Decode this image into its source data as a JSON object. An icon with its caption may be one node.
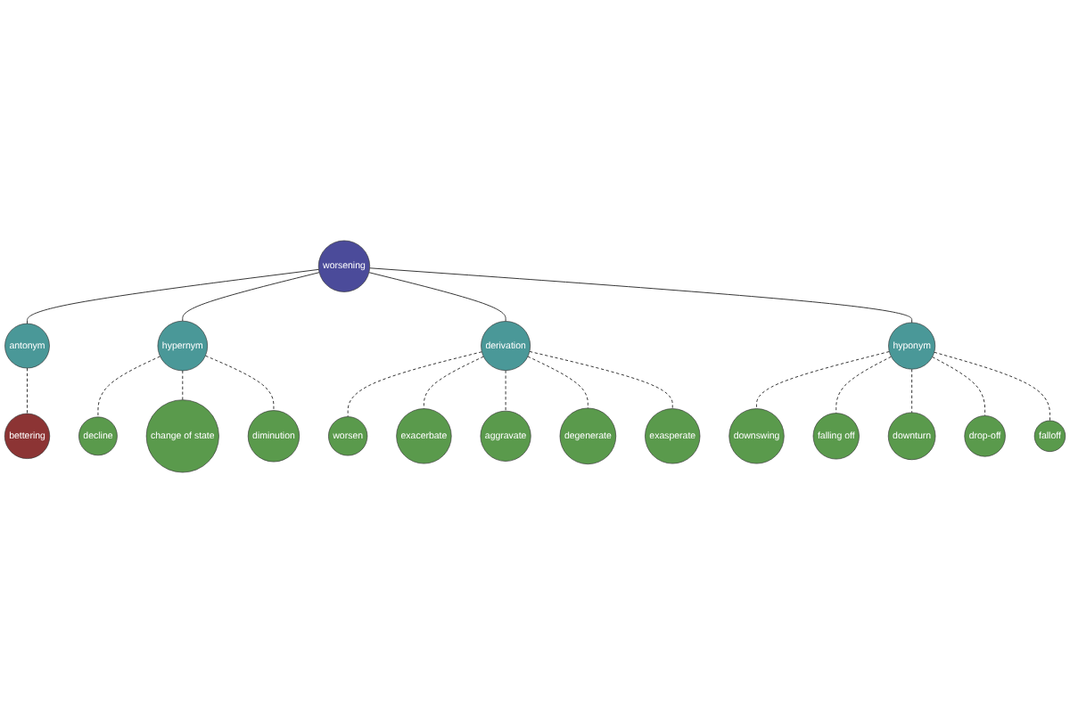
{
  "diagram": {
    "nodes": [
      {
        "text": [
          "worsening"
        ]
      },
      {
        "text": [
          "antonym"
        ]
      },
      {
        "text": [
          "bettering"
        ]
      },
      {
        "text": [
          "hypernym"
        ]
      },
      {
        "text": [
          "decline"
        ]
      },
      {
        "text": [
          "change of state"
        ]
      },
      {
        "text": [
          "diminution"
        ]
      },
      {
        "text": [
          "derivation"
        ]
      },
      {
        "text": [
          "worsen"
        ]
      },
      {
        "text": [
          "exacerbate"
        ]
      },
      {
        "text": [
          "aggravate"
        ]
      },
      {
        "text": [
          "degenerate"
        ]
      },
      {
        "text": [
          "exasperate"
        ]
      },
      {
        "text": [
          "hyponym"
        ]
      },
      {
        "text": [
          "downswing"
        ]
      },
      {
        "text": [
          "falling off"
        ]
      },
      {
        "text": [
          "downturn"
        ]
      },
      {
        "text": [
          "drop-off"
        ]
      },
      {
        "text": [
          "falloff"
        ]
      }
    ],
    "edges": [
      {
        "from": 0,
        "to": 1,
        "arrow": "none"
      },
      {
        "from": 1,
        "to": 2,
        "arrow": "none",
        "style": "dashed"
      },
      {
        "from": 0,
        "to": 3,
        "arrow": "none"
      },
      {
        "from": 3,
        "to": 4,
        "arrow": "none",
        "style": "dashed"
      },
      {
        "from": 3,
        "to": 5,
        "arrow": "none",
        "style": "dashed"
      },
      {
        "from": 3,
        "to": 6,
        "arrow": "none",
        "style": "dashed"
      },
      {
        "from": 0,
        "to": 7,
        "arrow": "none"
      },
      {
        "from": 7,
        "to": 8,
        "arrow": "none",
        "style": "dashed"
      },
      {
        "from": 7,
        "to": 9,
        "arrow": "none",
        "style": "dashed"
      },
      {
        "from": 7,
        "to": 10,
        "arrow": "none",
        "style": "dashed"
      },
      {
        "from": 7,
        "to": 11,
        "arrow": "none",
        "style": "dashed"
      },
      {
        "from": 7,
        "to": 12,
        "arrow": "none",
        "style": "dashed"
      },
      {
        "from": 0,
        "to": 13,
        "arrow": "none"
      },
      {
        "from": 13,
        "to": 14,
        "arrow": "none",
        "style": "dashed"
      },
      {
        "from": 13,
        "to": 15,
        "arrow": "none",
        "style": "dashed"
      },
      {
        "from": 13,
        "to": 16,
        "arrow": "none",
        "style": "dashed"
      },
      {
        "from": 13,
        "to": 17,
        "arrow": "none",
        "style": "dashed"
      },
      {
        "from": 13,
        "to": 18,
        "arrow": "none",
        "style": "dashed"
      }
    ]
  }
}
